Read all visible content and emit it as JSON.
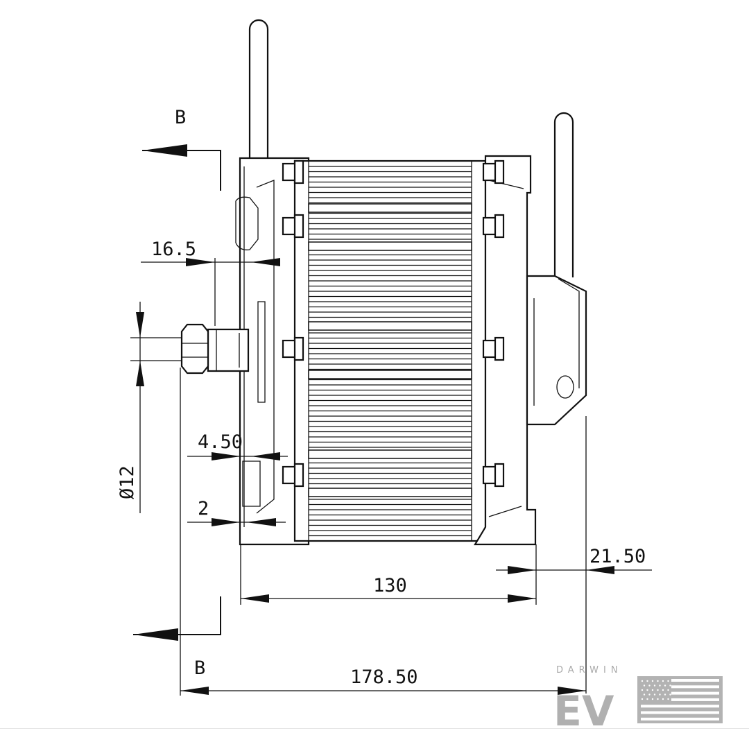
{
  "drawing": {
    "section_label_top": "B",
    "section_label_bottom": "B",
    "dimensions": {
      "flange_offset": "16.5",
      "shaft_diameter": "Ø12",
      "gap": "4.50",
      "small_gap": "2",
      "body_width": "130",
      "right_offset": "21.50",
      "overall_width": "178.50"
    }
  },
  "branding": {
    "logo_top": "DARWIN",
    "logo_main": "EV",
    "flag": "us-flag",
    "logo_color": "#b0b0b0"
  }
}
